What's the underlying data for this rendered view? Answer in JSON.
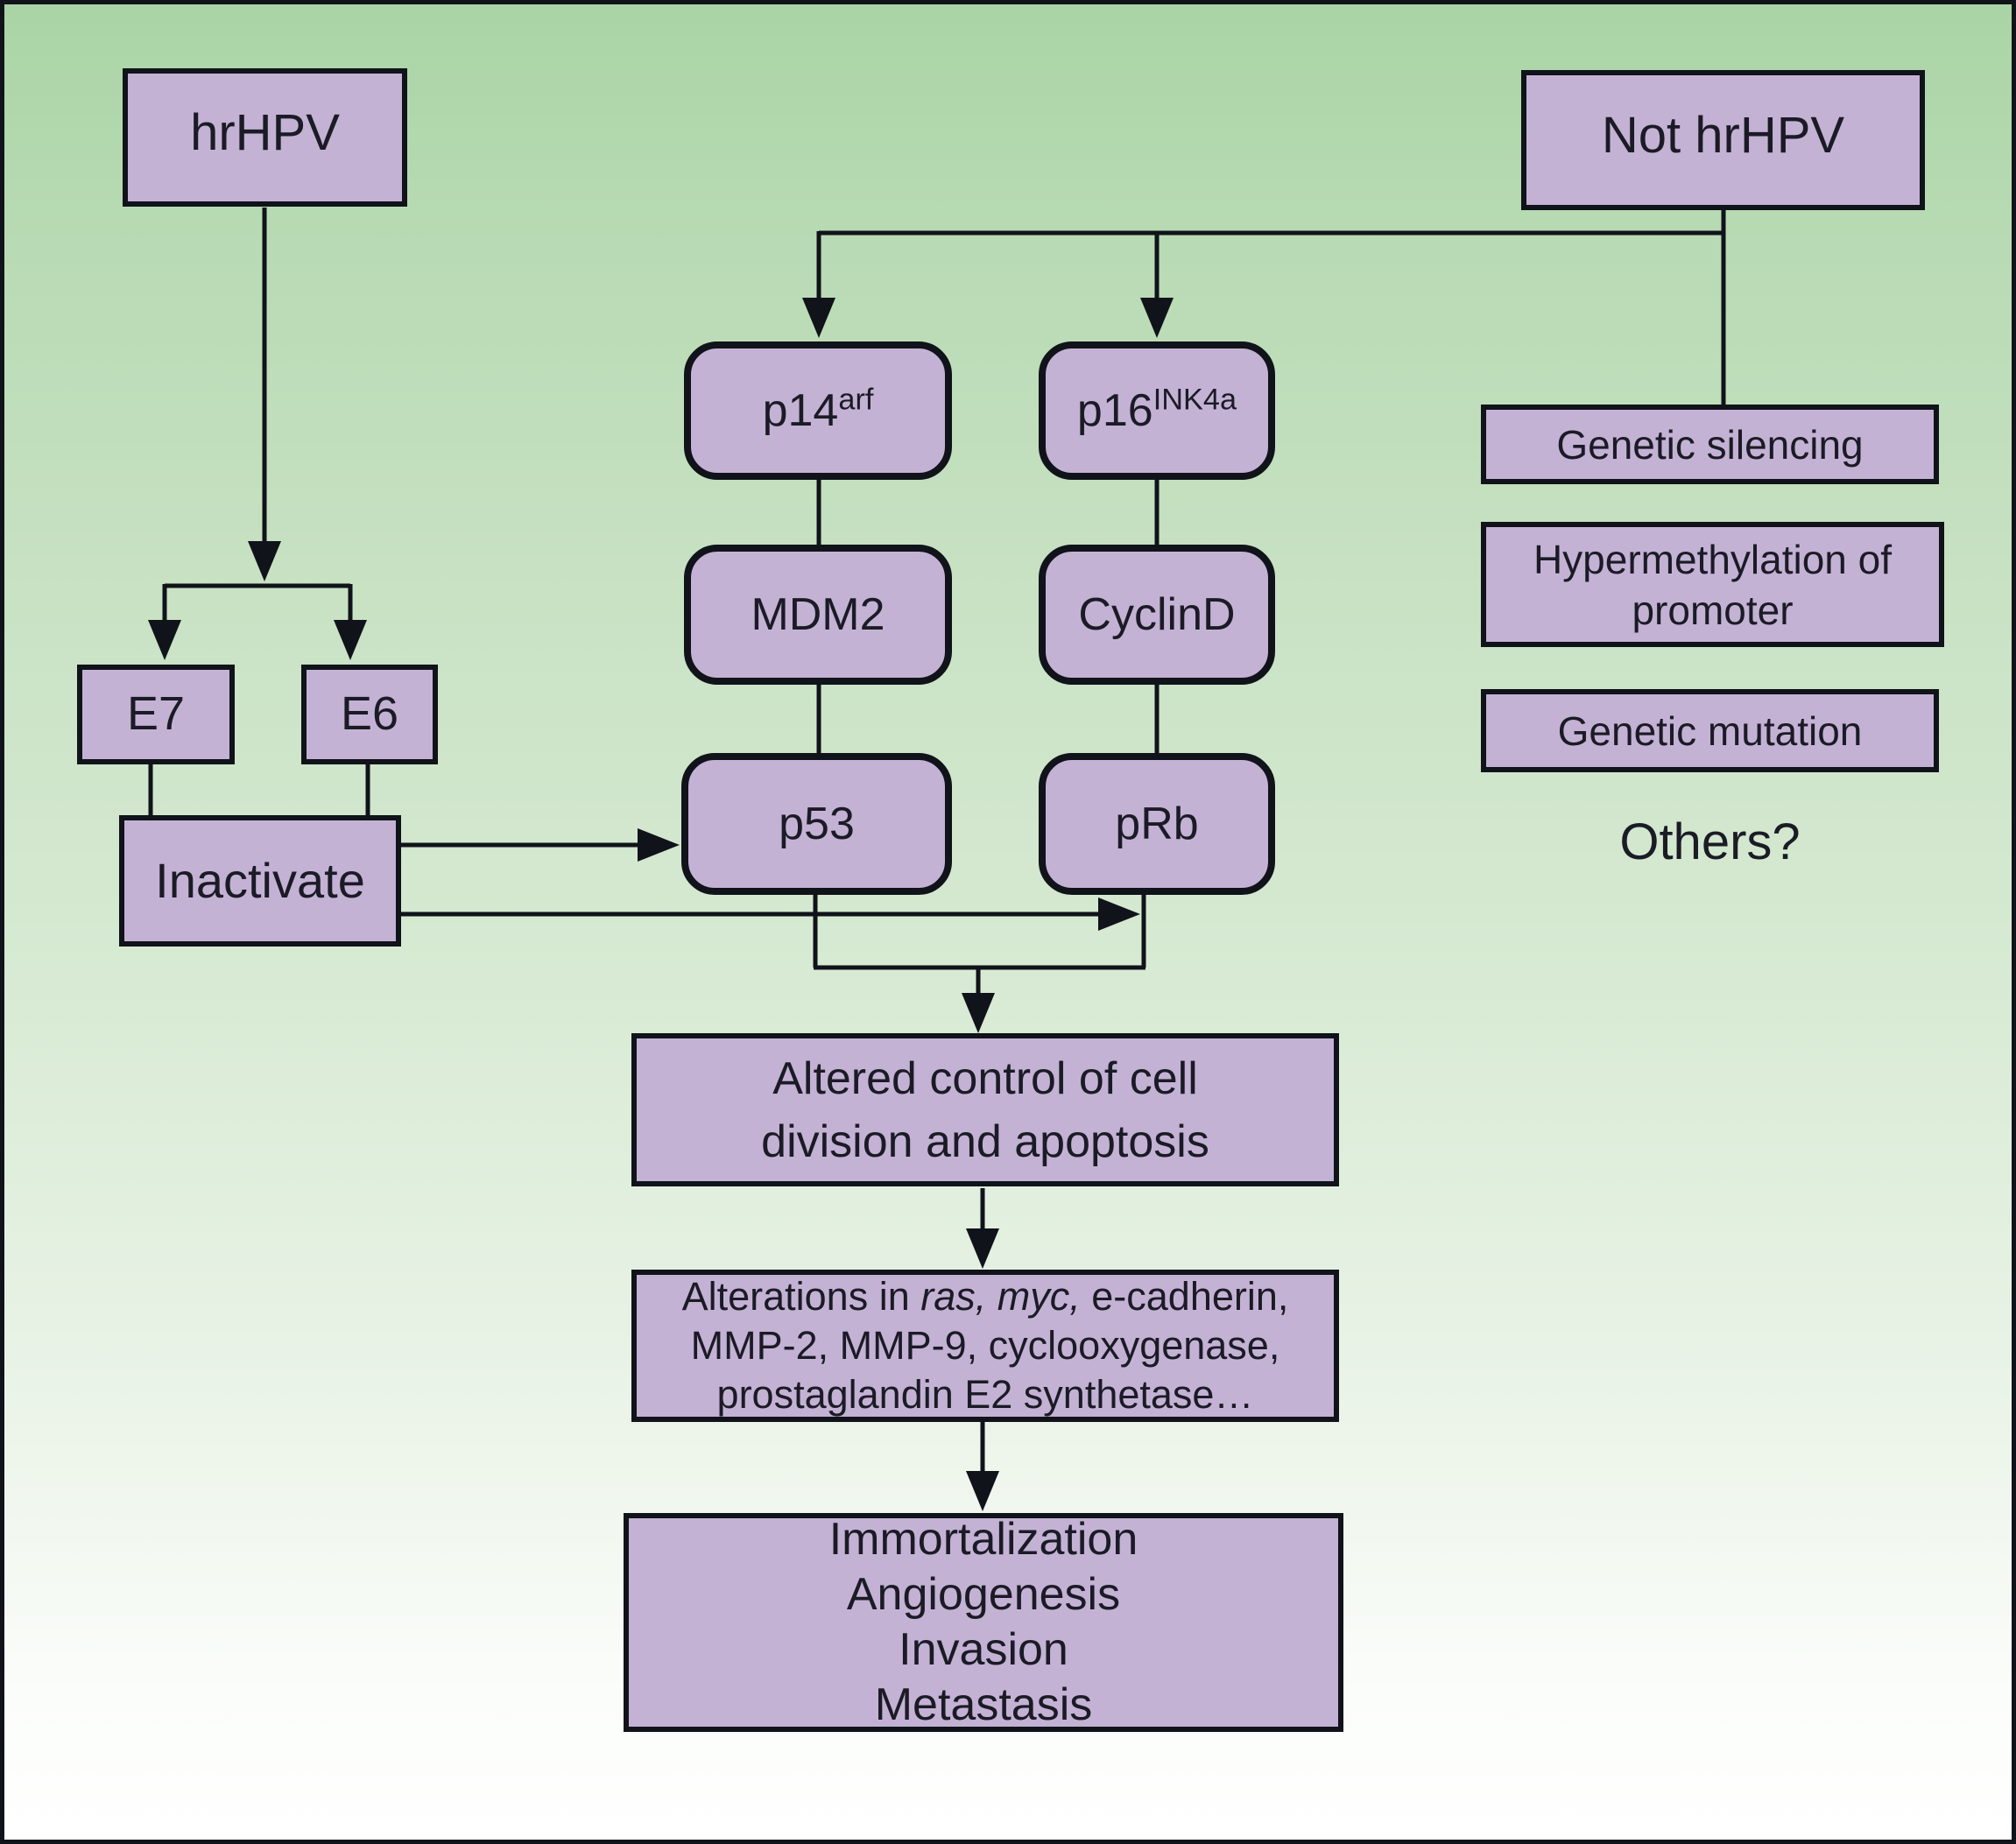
{
  "colors": {
    "box_fill": "#c4b2d5",
    "box_border": "#10131a",
    "line_color": "#10131a",
    "text_color": "#1b1b26",
    "bg_top": "#a9d4a5",
    "bg_bottom": "#ffffff"
  },
  "nodes": {
    "hrhpv": {
      "label": "hrHPV"
    },
    "not_hrhpv": {
      "label": "Not hrHPV"
    },
    "p14": {
      "base": "p14",
      "sup": "arf"
    },
    "p16": {
      "base": "p16",
      "sup": "INK4a"
    },
    "mdm2": {
      "label": "MDM2"
    },
    "cyclind": {
      "label": "CyclinD"
    },
    "p53": {
      "label": "p53"
    },
    "prb": {
      "label": "pRb"
    },
    "e7": {
      "label": "E7"
    },
    "e6": {
      "label": "E6"
    },
    "inactivate": {
      "label": "Inactivate"
    },
    "genetic_silencing": {
      "label": "Genetic silencing"
    },
    "hypermethylation": {
      "line1": "Hypermethylation of",
      "line2": "promoter"
    },
    "genetic_mutation": {
      "label": "Genetic mutation"
    },
    "others": {
      "label": "Others?"
    },
    "altered_control": {
      "line1": "Altered control of cell",
      "line2": "division and apoptosis"
    },
    "alterations": {
      "line1_pre": "Alterations in ",
      "line1_italic": "ras, myc,",
      "line1_post": " e-cadherin,",
      "line2": "MMP-2, MMP-9, cyclooxygenase,",
      "line3": "prostaglandin E2 synthetase…"
    },
    "outcomes": {
      "lines": [
        "Immortalization",
        "Angiogenesis",
        "Invasion",
        "Metastasis"
      ]
    }
  }
}
